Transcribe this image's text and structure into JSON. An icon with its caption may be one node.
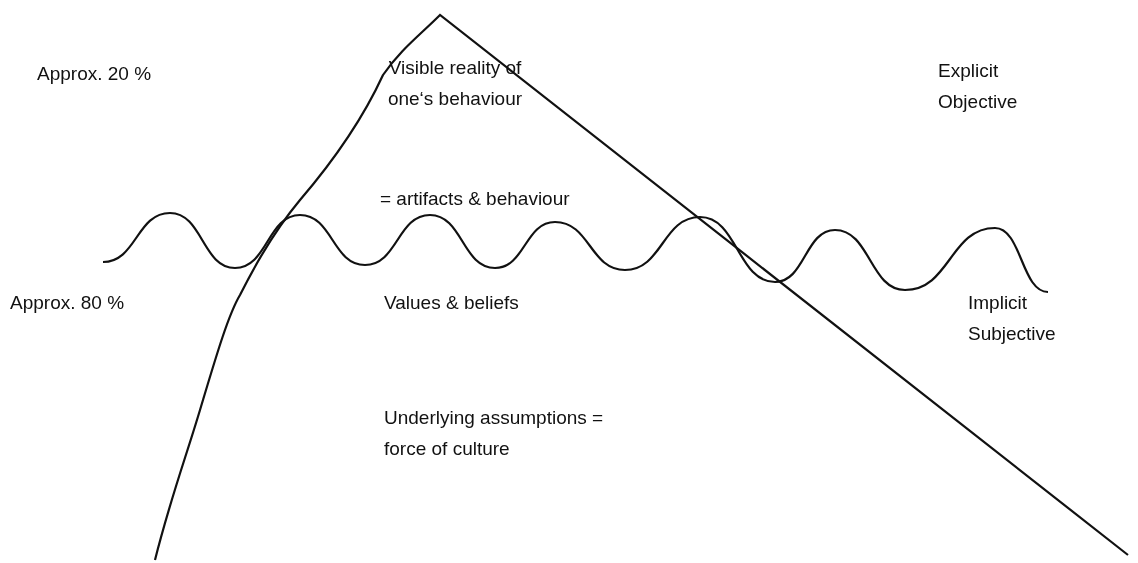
{
  "diagram": {
    "labels": [
      "Approx. 20 %",
      "Visible reality of one‘s behaviour",
      "Explicit Objective",
      "= artifacts & behaviour",
      "Approx. 80 %",
      "Values & beliefs",
      "Implicit Subjective",
      "Underlying assumptions = force of culture"
    ]
  }
}
